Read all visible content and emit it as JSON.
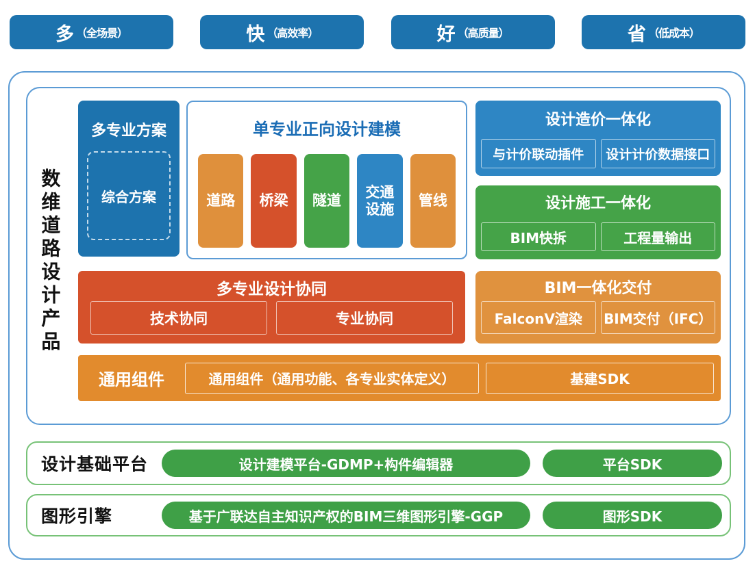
{
  "badges": [
    {
      "big": "多",
      "small": "（全场景）"
    },
    {
      "big": "快",
      "small": "（高效率）"
    },
    {
      "big": "好",
      "small": "（高质量）"
    },
    {
      "big": "省",
      "small": "（低成本）"
    }
  ],
  "product": {
    "side_title": "数维道路设计产品",
    "multi_scheme": {
      "title": "多专业方案",
      "item": "综合方案"
    },
    "single_modeling": {
      "title": "单专业正向设计建模",
      "items": [
        {
          "label": "道路",
          "color": "#df903c"
        },
        {
          "label": "桥梁",
          "color": "#d5512b"
        },
        {
          "label": "隧道",
          "color": "#45a348"
        },
        {
          "label": "交通设施",
          "color": "#2e86c4"
        },
        {
          "label": "管线",
          "color": "#df903c"
        }
      ]
    },
    "design_cost": {
      "title": "设计造价一体化",
      "items": [
        "与计价联动插件",
        "设计计价数据接口"
      ]
    },
    "design_build": {
      "title": "设计施工一体化",
      "items": [
        "BIM快拆",
        "工程量输出"
      ]
    },
    "collab": {
      "title": "多专业设计协同",
      "items": [
        "技术协同",
        "专业协同"
      ]
    },
    "bim_delivery": {
      "title": "BIM一体化交付",
      "items": [
        "FalconV渲染",
        "BIM交付（IFC）"
      ]
    },
    "common": {
      "title": "通用组件",
      "items": [
        "通用组件（通用功能、各专业实体定义）",
        "基建SDK"
      ]
    }
  },
  "platform_row": {
    "title": "设计基础平台",
    "pills": [
      "设计建模平台-GDMP+构件编辑器",
      "平台SDK"
    ]
  },
  "engine_row": {
    "title": "图形引擎",
    "pills": [
      "基于广联达自主知识产权的BIM三维图形引擎-GGP",
      "图形SDK"
    ]
  },
  "colors": {
    "dark_blue": "#1d73ae",
    "mid_blue": "#2e86c4",
    "container_border_blue": "#5b9bd5",
    "title_blue": "#1b6db5",
    "red_orange": "#d5512b",
    "orange": "#df903c",
    "strip_orange": "#e28b2d",
    "green": "#45a348",
    "pill_green": "#3fa047",
    "row_border_green": "#77c277"
  }
}
